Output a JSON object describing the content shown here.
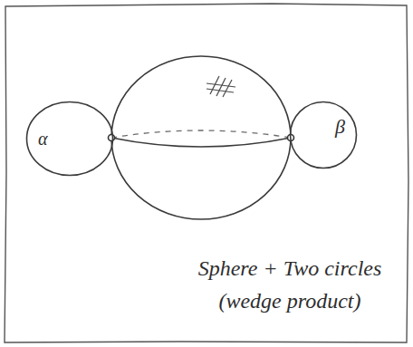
{
  "diagram": {
    "caption": "Sphere + Two circles (wedge product)",
    "nodes": [
      {
        "text": [
          "α"
        ]
      },
      {
        "text": [
          "β"
        ]
      }
    ]
  }
}
